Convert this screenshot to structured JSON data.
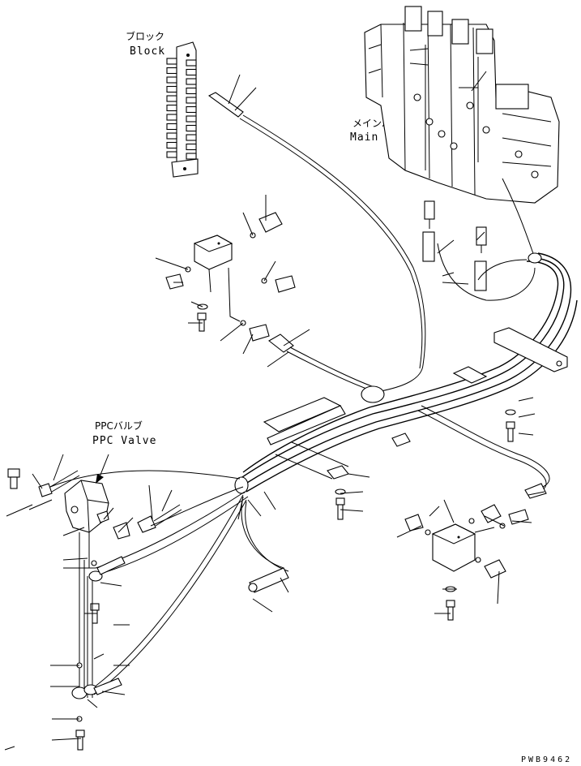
{
  "labels": {
    "block_jp": "ブロック",
    "block_en": "Block",
    "main_valve_jp": "メインバルブ",
    "main_valve_en": "Main Valve",
    "ppc_valve_jp": "PPCバルブ",
    "ppc_valve_en": "PPC Valve",
    "drawing_code": "PWB9462"
  },
  "icons": {
    "block": "manifold-block-icon",
    "main_valve": "control-valve-icon",
    "ppc_valve": "ppc-valve-icon",
    "bolt": "bolt-icon",
    "washer": "washer-icon",
    "o_ring": "o-ring-icon",
    "elbow": "elbow-fitting-icon",
    "connector": "connector-fitting-icon",
    "junction": "junction-block-icon",
    "bracket": "bracket-icon",
    "clamp": "clamp-icon",
    "hose": "hose-icon"
  },
  "colors": {
    "line": "#000000",
    "background": "#ffffff"
  }
}
